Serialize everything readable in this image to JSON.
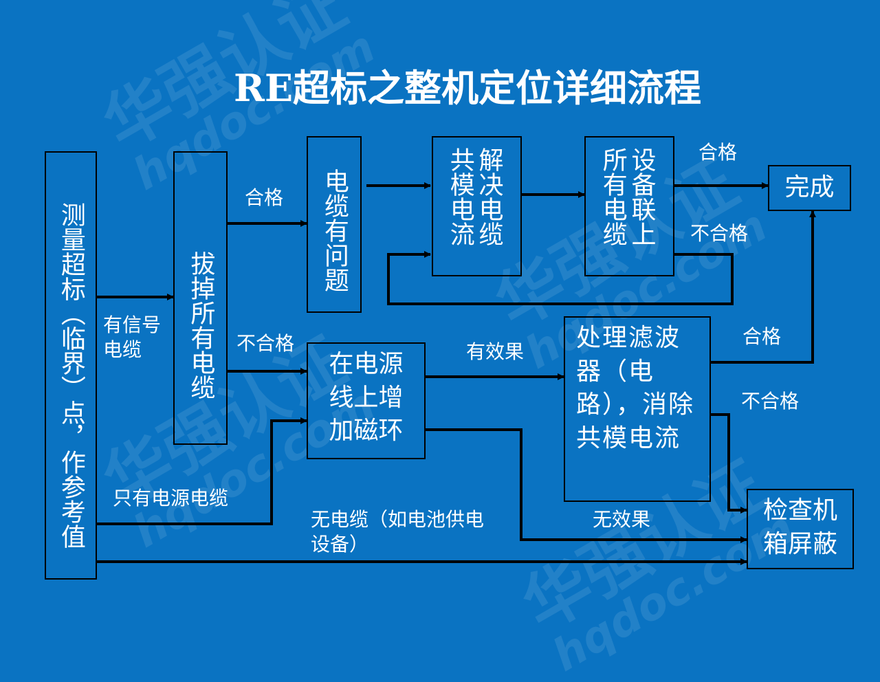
{
  "title": "RE超标之整机定位详细流程",
  "watermark": {
    "brand": "华强认证",
    "site": "hqdoc.com"
  },
  "nodes": {
    "measure": "测量超标（临界）点，作参考值",
    "unplug": "拔掉所有电缆",
    "cable_problem": "电缆有问题",
    "solve_cm": "解决电缆共模电流",
    "connect_all": "设备联上所有电缆",
    "done": "完成",
    "ferrite": "在电源线上增加磁环",
    "filter": "处理滤波器（电路），消除共模电流",
    "shield": "检查机箱屏蔽"
  },
  "edge_labels": {
    "signal_cable": "有信号电缆",
    "pass1": "合格",
    "fail1": "不合格",
    "pass2": "合格",
    "fail2": "不合格",
    "effective": "有效果",
    "pass3": "合格",
    "fail3": "不合格",
    "power_only": "只有电源电缆",
    "no_cable": "无电缆（如电池供电设备）",
    "no_effect": "无效果"
  },
  "colors": {
    "background": "#0a73c2",
    "line": "#000000",
    "text": "#ffffff"
  }
}
